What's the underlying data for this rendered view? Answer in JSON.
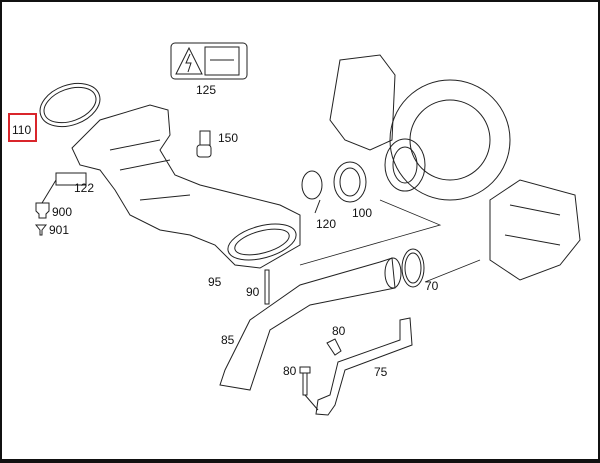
{
  "diagram": {
    "highlight_color": "#d9252b",
    "labels": {
      "p125": "125",
      "p110": "110",
      "p150": "150",
      "p122": "122",
      "p900": "900",
      "p901": "901",
      "p95": "95",
      "p90": "90",
      "p120": "120",
      "p100": "100",
      "p70": "70",
      "p85": "85",
      "p80a": "80",
      "p80b": "80",
      "p75": "75"
    },
    "highlighted_part": "110"
  }
}
